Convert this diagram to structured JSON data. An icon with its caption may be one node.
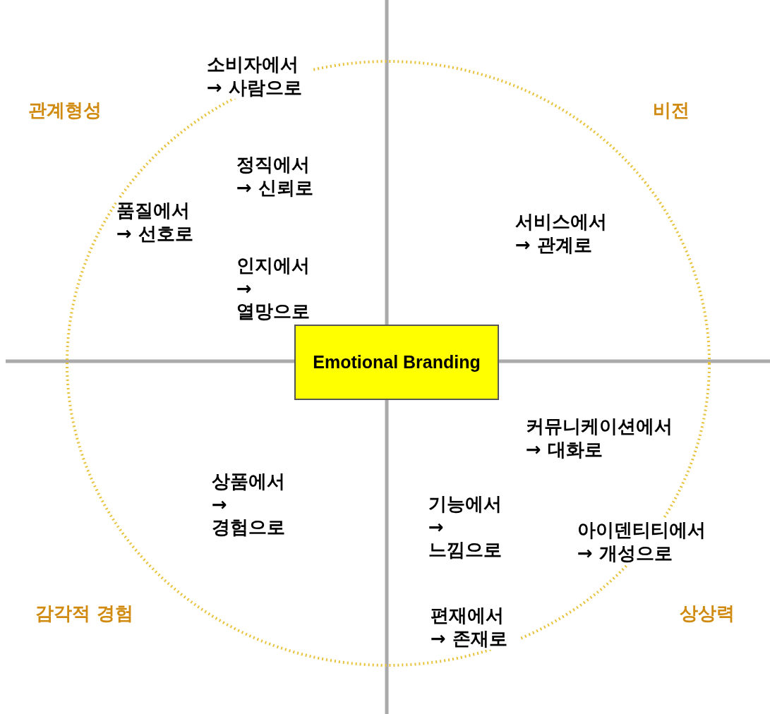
{
  "diagram": {
    "nodes": [
      {
        "text": [
          "Emotional Branding"
        ]
      }
    ],
    "labels": [
      "소비자에서 → 사람으로",
      "관계형성",
      "비전",
      "정직에서 → 신뢰로",
      "품질에서 → 선호로",
      "서비스에서 → 관계로",
      "인지에서 → 열망으로",
      "커뮤니케이션에서 → 대화로",
      "상품에서 → 경험으로",
      "기능에서 → 느낌으로",
      "아이덴티티에서 → 개성으로",
      "감각적 경험",
      "상상력",
      "편재에서 → 존재로"
    ]
  }
}
